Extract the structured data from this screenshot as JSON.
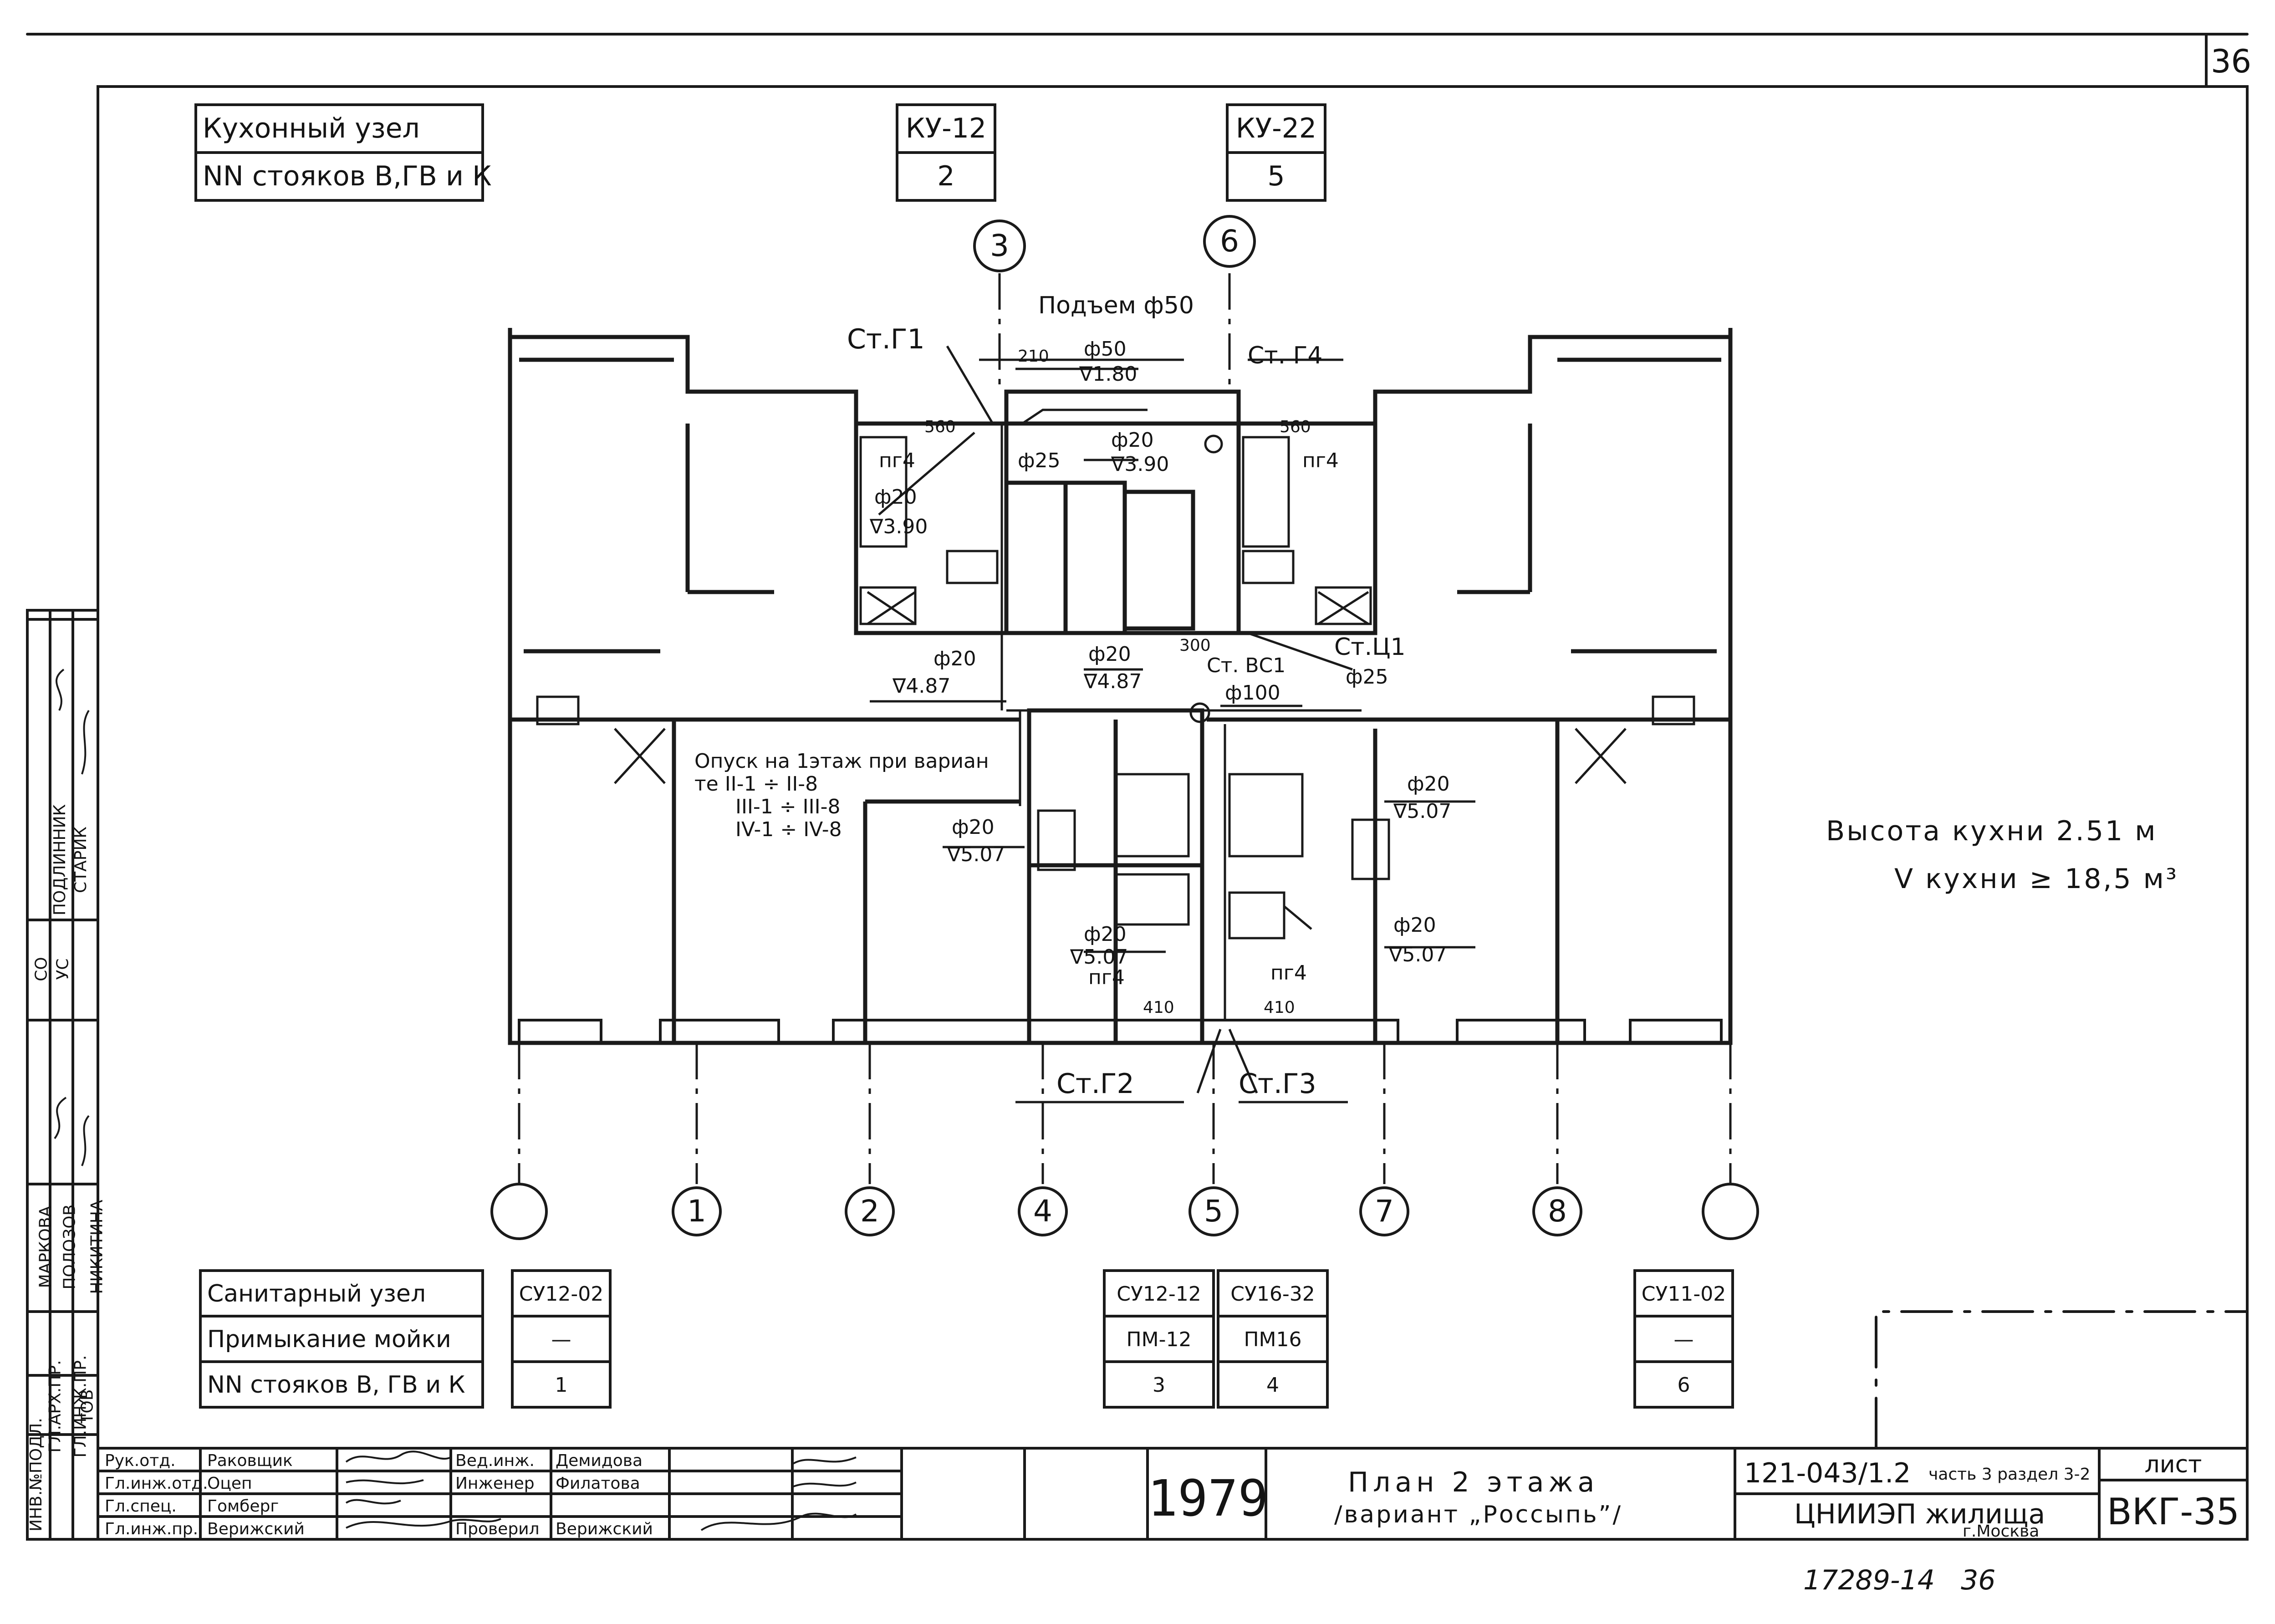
{
  "sheet_number": "36",
  "kitchen_table": {
    "row1": "Кухонный узел",
    "row2": "NN стояков В,ГВ и К",
    "col1_head": "КУ-12",
    "col1_val": "2",
    "col2_head": "КУ-22",
    "col2_val": "5"
  },
  "axes": [
    "3",
    "6",
    "1",
    "2",
    "4",
    "5",
    "7",
    "8"
  ],
  "plan_labels": {
    "podem": "Подъем ф50",
    "st_g1": "Ст.Г1",
    "st_g4": "Ст. Г4",
    "st_g2": "Ст.Г2",
    "st_g3": "Ст.Г3",
    "st_ts1": "Ст.Ц1",
    "st_vs1": "Ст. ВС1",
    "d210": "210",
    "d300": "300",
    "d560a": "560",
    "d560b": "560",
    "d410a": "410",
    "d410b": "410",
    "f50": "ф50",
    "v180": "∇1.80",
    "f20_a": "ф20",
    "v390_a": "∇3.90",
    "f20_b": "ф20",
    "v390_b": "∇3.90",
    "f25_a": "ф25",
    "f25_b": "ф25",
    "pg4_a": "пг4",
    "pg4_b": "пг4",
    "pg4_c": "пг4",
    "pg4_d": "пг4",
    "f20_c": "ф20",
    "v487_a": "∇4.87",
    "f20_d": "ф20",
    "v487_b": "∇4.87",
    "f100": "ф100",
    "f20_e": "ф20",
    "v507_a": "∇5.07",
    "f20_f": "ф20",
    "v507_b": "∇5.07",
    "f20_g": "ф20",
    "v507_c": "∇5.07",
    "f20_h": "ф20",
    "v507_d": "∇5.07",
    "opusk1": "Опуск на 1этаж при вариан",
    "opusk2": "те II-1 ÷ II-8",
    "opusk3": "III-1 ÷ III-8",
    "opusk4": "IV-1 ÷ IV-8"
  },
  "kitchen_info": {
    "height": "Высота кухни 2.51 м",
    "volume": "V кухни ≥ 18,5 м³"
  },
  "sanitary_table": {
    "r1": "Санитарный узел",
    "r2": "Примыкание мойки",
    "r3": "NN стояков В, ГВ и К",
    "c1": [
      "СУ12-02",
      "—",
      "1"
    ],
    "c2": [
      "СУ12-12",
      "ПМ-12",
      "3"
    ],
    "c3": [
      "СУ16-32",
      "ПМ16",
      "4"
    ],
    "c4": [
      "СУ11-02",
      "—",
      "6"
    ]
  },
  "side_stamp": {
    "s1": "ИНВ.№ПОДЛ.",
    "s2": "ГЛ.АРХ.ПР.",
    "s3": "МАРКОВА",
    "s4": "ГЛ.ИНЖ.ПР.",
    "s5": "ПОЛОЗОВ",
    "s6": "ТОВ",
    "s7": "НИКИТИНА",
    "s8": "СО",
    "s9": "УС",
    "s10": "ПОДЛИННИК",
    "s11": "СТАРИК"
  },
  "title_block": {
    "roles": [
      "Рук.отд.",
      "Гл.инж.отд.",
      "Гл.спец.",
      "Гл.инж.пр."
    ],
    "names": [
      "Раковщик",
      "Оцеп",
      "Гомберг",
      "Верижский"
    ],
    "roles2": [
      "Вед.инж.",
      "Инженер",
      "",
      "Проверил"
    ],
    "names2": [
      "Демидова",
      "Филатова",
      "",
      "Верижский"
    ],
    "year": "1979",
    "title1": "План 2 этажа",
    "title2": "/вариант „Россыпь”/",
    "project": "121-043/1.2",
    "project_part": "часть 3 раздел 3-2",
    "org1": "ЦНИИЭП жилища",
    "org2": "г.Москва",
    "list_label": "лист",
    "list_value": "ВКГ-35"
  },
  "bottom_number": "17289-14   36"
}
